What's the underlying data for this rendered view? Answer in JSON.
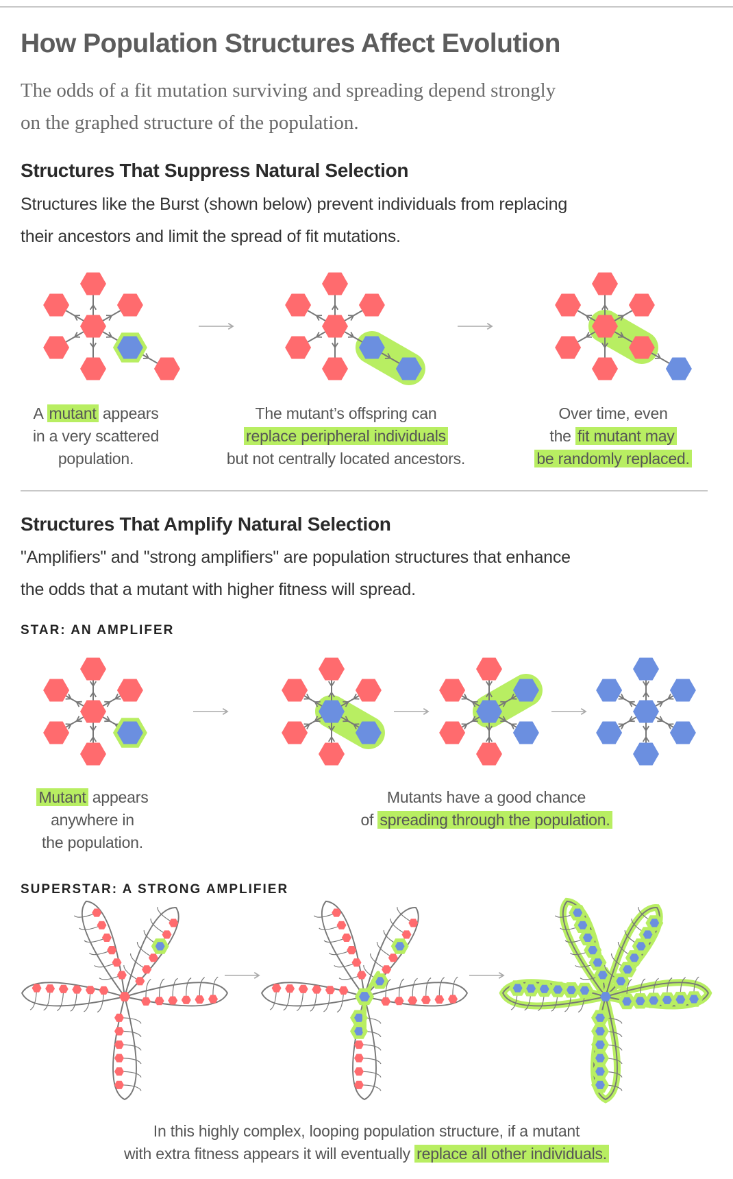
{
  "title": "How Population Structures Affect Evolution",
  "subtitle": [
    "The odds of a fit mutation surviving and spreading depend strongly",
    "on the graphed structure of the population."
  ],
  "colors": {
    "wild_type": "#ff6b6e",
    "mutant": "#6b8fe0",
    "highlight": "#b8ee62",
    "edge": "#777777"
  },
  "suppress": {
    "heading": "Structures That Suppress Natural Selection",
    "body": [
      "Structures like the Burst (shown below) prevent individuals from replacing",
      "their ancestors and limit the spread of fit mutations."
    ],
    "captions": [
      {
        "pre": "A ",
        "hl": "mutant",
        "post": " appears",
        "l2": "in a very scattered",
        "l3": "population."
      },
      {
        "l1": "The mutant’s offspring can",
        "hl": "replace peripheral individuals",
        "l3": "but not centrally located ancestors."
      },
      {
        "l1": "Over time, even",
        "pre2": "the ",
        "hl2": "fit mutant may",
        "hl3": "be randomly replaced."
      }
    ]
  },
  "amplify": {
    "heading": "Structures That Amplify Natural Selection",
    "body": [
      "\"Amplifiers\" and \"strong amplifiers\" are population structures that enhance",
      "the odds that a mutant with higher fitness will spread."
    ],
    "star": {
      "label": "STAR: AN AMPLIFER",
      "caption1": {
        "hl": "Mutant",
        "post": " appears",
        "l2": "anywhere in",
        "l3": "the population."
      },
      "caption2": {
        "l1": "Mutants have a good chance",
        "pre": "of ",
        "hl": "spreading through the population."
      }
    },
    "superstar": {
      "label": "SUPERSTAR: A STRONG AMPLIFIER",
      "caption": {
        "l1": "In this highly complex, looping population structure, if a mutant",
        "pre": "with extra fitness appears it will eventually ",
        "hl": "replace all other individuals."
      }
    }
  },
  "arrow_glyph": "→"
}
